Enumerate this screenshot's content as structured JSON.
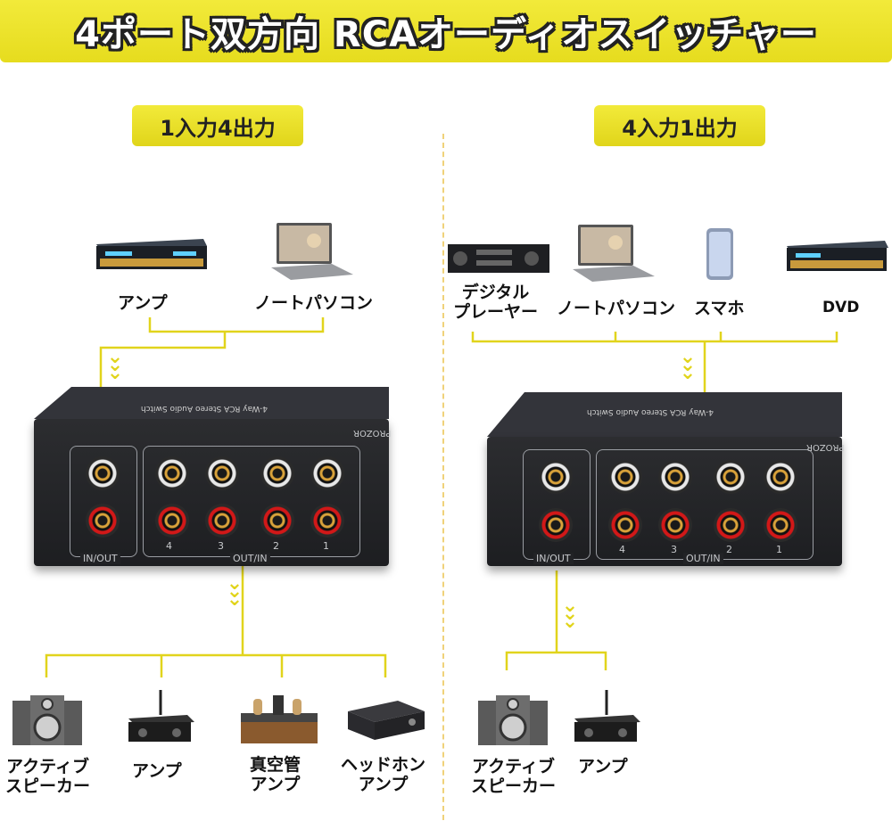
{
  "banner": {
    "title": "4ポート双方向 RCAオーディオスイッチャー"
  },
  "left": {
    "mode": "1入力4出力",
    "sources": [
      "アンプ",
      "ノートパソコン"
    ],
    "outputs": [
      {
        "line1": "アクティブ",
        "line2": "スピーカー"
      },
      {
        "line1": "アンプ",
        "line2": ""
      },
      {
        "line1": "真空管",
        "line2": "アンプ"
      },
      {
        "line1": "ヘッドホン",
        "line2": "アンプ"
      }
    ]
  },
  "right": {
    "mode": "4入力1出力",
    "sources": [
      {
        "line1": "デジタル",
        "line2": "プレーヤー"
      },
      {
        "line1": "ノートパソコン",
        "line2": ""
      },
      {
        "line1": "スマホ",
        "line2": ""
      },
      {
        "line1": "DVD",
        "line2": ""
      }
    ],
    "outputs": [
      {
        "line1": "アクティブ",
        "line2": "スピーカー"
      },
      {
        "line1": "アンプ",
        "line2": ""
      }
    ]
  },
  "switch": {
    "brand": "PROZOR",
    "model": "4-Way RCA Stereo Audio Switch",
    "subtitle": "Bi-Directional",
    "in_label": "IN/OUT",
    "out_label": "OUT/IN",
    "ports": [
      "4",
      "3",
      "2",
      "1"
    ]
  },
  "colors": {
    "accent": "#e6dc1e",
    "line": "#e1d41c",
    "box": "#222326"
  }
}
